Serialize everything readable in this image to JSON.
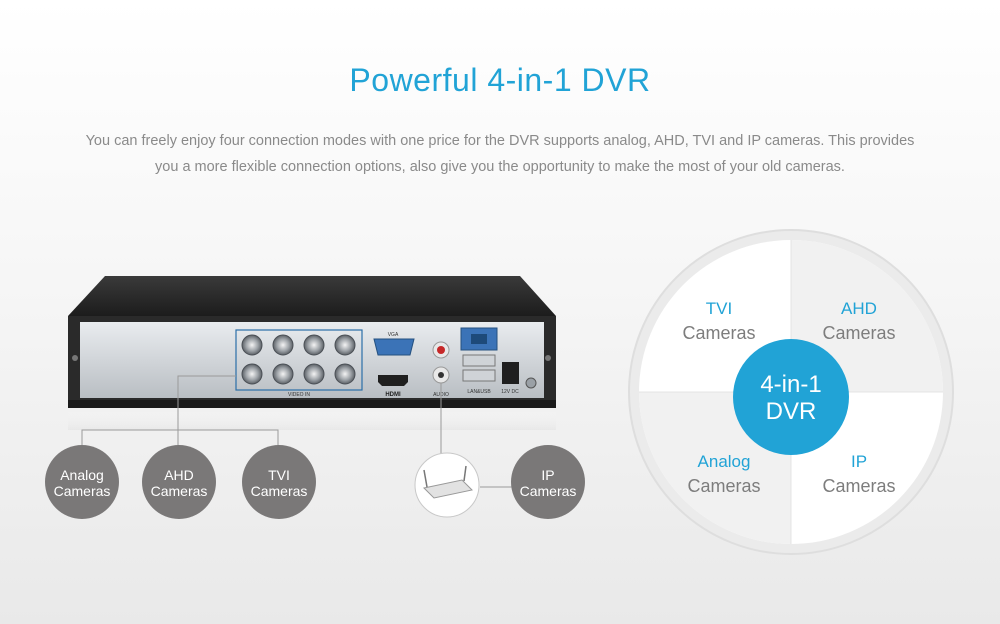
{
  "header": {
    "title": "Powerful 4-in-1 DVR",
    "description_lines": [
      "You can freely enjoy four connection modes with one price for the DVR supports analog, AHD, TVI and IP cameras. This provides",
      "you a more flexible connection options, also give you the opportunity to make the most of your old cameras."
    ]
  },
  "dvr_panel": {
    "video_in": "VIDEO IN",
    "vga": "VGA",
    "hdmi": "HDMI",
    "audio": "AUDIO",
    "lan_usb": "LAN&USB",
    "power": "12V DC"
  },
  "left_badges": [
    {
      "line1": "Analog",
      "line2": "Cameras"
    },
    {
      "line1": "AHD",
      "line2": "Cameras"
    },
    {
      "line1": "TVI",
      "line2": "Cameras"
    },
    {
      "line1": "IP",
      "line2": "Cameras"
    }
  ],
  "wheel": {
    "center_line1": "4-in-1",
    "center_line2": "DVR",
    "quadrants": [
      {
        "line1": "TVI",
        "line2": "Cameras"
      },
      {
        "line1": "AHD",
        "line2": "Cameras"
      },
      {
        "line1": "Analog",
        "line2": "Cameras"
      },
      {
        "line1": "IP",
        "line2": "Cameras"
      }
    ]
  },
  "colors": {
    "accent": "#21a3d6",
    "badge": "#7a7878",
    "body_text": "#8a8a8a"
  }
}
